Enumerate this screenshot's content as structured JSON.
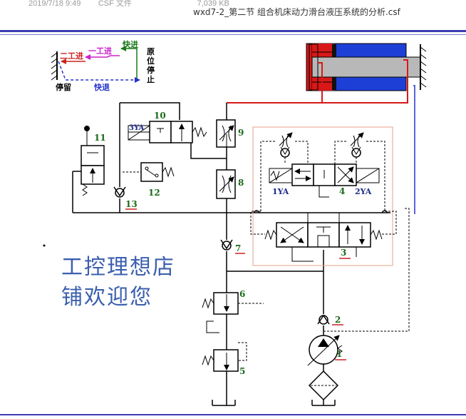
{
  "window": {
    "faded_text_left": "2019/7/18 9:49",
    "faded_text_mid": "CSF 文件",
    "faded_text_right": "7,039 KB",
    "file_title": "wxd7-2_第二节 组合机床动力滑台液压系统的分析.csf"
  },
  "cycle": {
    "fast_forward": "快进",
    "work_feed_1": "一工进",
    "work_feed_2": "二工进",
    "origin_stop": "原位停止",
    "dwell": "停留",
    "fast_return": "快退"
  },
  "components": {
    "c1": "1",
    "c2": "2",
    "c3": "3",
    "c4": "4",
    "c5": "5",
    "c6": "6",
    "c7": "7",
    "c8": "8",
    "c9": "9",
    "c10": "10",
    "c11": "11",
    "c12": "12",
    "c13": "13"
  },
  "solenoids": {
    "ya1": "1YA",
    "ya2": "2YA",
    "ya3": "3YA"
  },
  "watermark": "工控理想店铺欢迎您",
  "colors": {
    "cylinder_body": "#1e3fd6",
    "cylinder_rod": "#b8b8b8",
    "piston_red": "#d81818",
    "line_blue": "#2233cc",
    "line_red": "#d81818",
    "cycle_green": "#1a7a1a",
    "cycle_magenta": "#cc22cc",
    "cycle_red": "#cc2222",
    "cycle_blue": "#2233cc",
    "component_label": "#1a6a1a"
  }
}
